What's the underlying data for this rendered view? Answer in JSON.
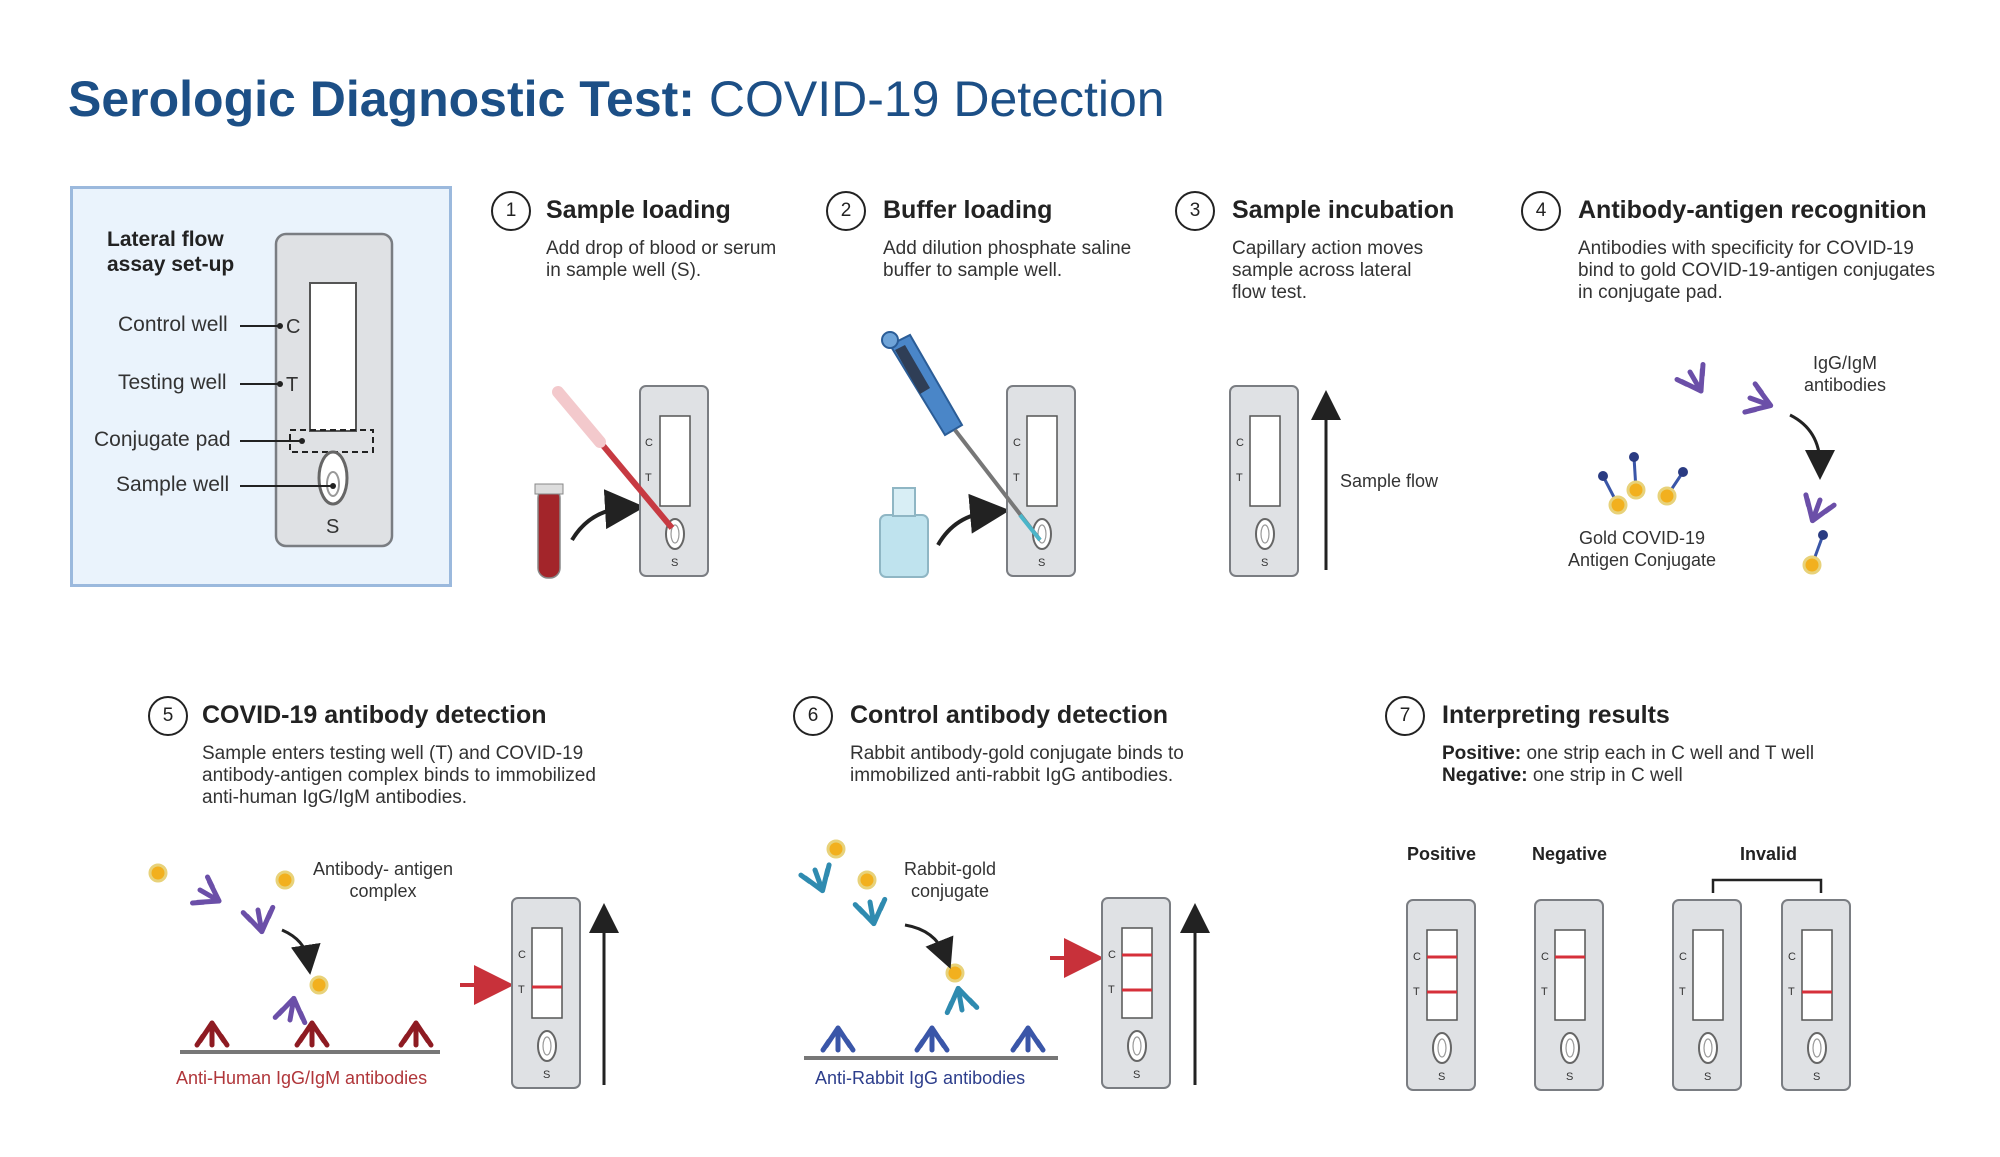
{
  "title": {
    "bold": "Serologic Diagnostic Test:",
    "regular": "COVID-19 Detection"
  },
  "setup": {
    "title": "Lateral flow assay set-up",
    "labels": [
      "Control well",
      "Testing well",
      "Conjugate pad",
      "Sample well"
    ],
    "strip_letters": {
      "c": "C",
      "t": "T",
      "s": "S"
    }
  },
  "steps": [
    {
      "num": "1",
      "heading": "Sample loading",
      "desc": "Add drop of blood or serum in sample well (S)."
    },
    {
      "num": "2",
      "heading": "Buffer loading",
      "desc": "Add dilution phosphate saline buffer to sample well."
    },
    {
      "num": "3",
      "heading": "Sample incubation",
      "desc": "Capillary action moves sample across lateral flow test."
    },
    {
      "num": "4",
      "heading": "Antibody-antigen recognition",
      "desc": "Antibodies with specificity for COVID-19 bind to gold COVID-19-antigen conjugates in conjugate pad."
    },
    {
      "num": "5",
      "heading": "COVID-19 antibody detection",
      "desc": "Sample enters testing well (T) and COVID-19 antibody-antigen complex binds to immobilized anti-human IgG/IgM antibodies."
    },
    {
      "num": "6",
      "heading": "Control antibody detection",
      "desc": "Rabbit antibody-gold conjugate binds to immobilized anti-rabbit IgG antibodies."
    },
    {
      "num": "7",
      "heading": "Interpreting results"
    }
  ],
  "step3": {
    "flow_label": "Sample flow"
  },
  "step4": {
    "antibodies_label": "IgG/IgM antibodies",
    "conjugate_label": "Gold  COVID-19 Antigen Conjugate"
  },
  "step5": {
    "complex_label": "Antibody- antigen complex",
    "surface_label": "Anti-Human IgG/IgM antibodies",
    "surface_color": "#b0363a"
  },
  "step6": {
    "conjugate_label": "Rabbit-gold conjugate",
    "surface_label": "Anti-Rabbit IgG antibodies",
    "surface_color": "#2d3e8c"
  },
  "step7": {
    "positive_key": "Positive:",
    "positive_text": "one strip each in C well and T well",
    "negative_key": "Negative:",
    "negative_text": "one strip in C well",
    "results": [
      "Positive",
      "Negative",
      "Invalid"
    ]
  },
  "colors": {
    "title": "#1c4f86",
    "line": "#d6303a",
    "antibody_purple": "#6b4fa8",
    "antibody_blue": "#3a56a8",
    "antibody_red": "#8e1b22",
    "gold": "#f2b01e",
    "teal_antibody": "#2f8bb0"
  },
  "icons": [
    "dropper-icon",
    "blood-tube-icon",
    "pipette-icon",
    "buffer-bottle-icon",
    "antibody-icon",
    "gold-conjugate-icon",
    "arrow-icon"
  ]
}
